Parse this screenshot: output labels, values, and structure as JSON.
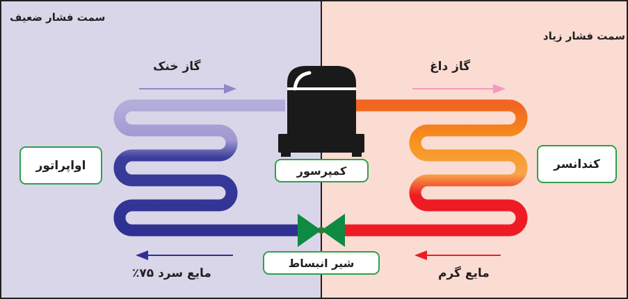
{
  "sides": {
    "low_pressure": "سمت فشار ضعیف",
    "high_pressure": "سمت فشار زیاد"
  },
  "flows": {
    "cool_gas": "گاز خنک",
    "hot_gas": "گاز داغ",
    "cold_liquid": "مایع سرد ۷۵٪",
    "warm_liquid": "مایع گرم"
  },
  "components": {
    "evaporator": "اواپراتور",
    "compressor": "کمپرسور",
    "condenser": "کندانسر",
    "expansion_valve": "شیر انبساط"
  },
  "colors": {
    "low_side_bg": "#dad6ea",
    "high_side_bg": "#fbdcd2",
    "light_purple": "#9f98cf",
    "dark_blue": "#2e3192",
    "orange": "#f26522",
    "light_orange": "#f7a64a",
    "red": "#ed1c24",
    "pink": "#f49ac1",
    "valve_green": "#0e8a43",
    "label_border": "#2aa14a",
    "compressor_black": "#1a1a1a"
  }
}
